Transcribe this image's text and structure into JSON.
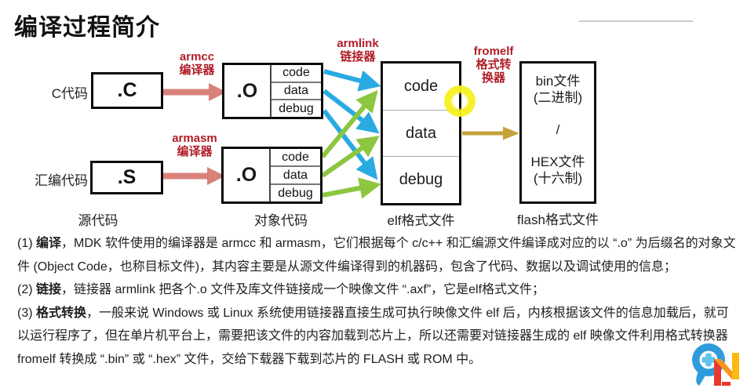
{
  "title": "编译过程简介",
  "colors": {
    "label_red": "#b01e28",
    "arrow_pink": "#d9827b",
    "arrow_blue": "#29abe2",
    "arrow_green": "#8dc63f",
    "arrow_olive": "#c5a33c",
    "highlight_yellow": "#f4ee2c"
  },
  "diagram": {
    "row_c": {
      "source_label": "C代码",
      "file_box": ".C",
      "tool": [
        "armcc",
        "编译器"
      ]
    },
    "row_asm": {
      "source_label": "汇编代码",
      "file_box": ".S",
      "tool": [
        "armasm",
        "编译器"
      ]
    },
    "object_box": {
      "name": ".O",
      "sections": [
        "code",
        "data",
        "debug"
      ]
    },
    "linker": [
      "armlink",
      "链接器"
    ],
    "converter": [
      "fromelf",
      "格式转",
      "换器"
    ],
    "elf_box": {
      "sections": [
        "code",
        "data",
        "debug"
      ]
    },
    "flash_box": {
      "lines": [
        "bin文件",
        "(二进制)",
        "/",
        "HEX文件",
        "(十六制)"
      ]
    },
    "captions": {
      "source": "源代码",
      "object": "对象代码",
      "elf": "elf格式文件",
      "flash": "flash格式文件"
    }
  },
  "notes": {
    "paragraphs": [
      {
        "segments": [
          {
            "t": "(1) ",
            "b": false
          },
          {
            "t": "编译",
            "b": true
          },
          {
            "t": "，MDK 软件使用的编译器是 armcc 和 armasm，它们根据每个 c/c++ 和汇编源文件编译成对应的以 “.o” 为后缀名的对象文件 (Object Code，也称目标文件)，其内容主要是从源文件编译得到的机器码，包含了代码、数据以及调试使用的信息；",
            "b": false
          }
        ]
      },
      {
        "segments": [
          {
            "t": "(2) ",
            "b": false
          },
          {
            "t": "链接",
            "b": true
          },
          {
            "t": "，链接器 armlink 把各个.o 文件及库文件链接成一个映像文件 “.axf”，它是elf格式文件；",
            "b": false
          }
        ]
      },
      {
        "segments": [
          {
            "t": "(3) ",
            "b": false
          },
          {
            "t": "格式转换",
            "b": true
          },
          {
            "t": "，一般来说 Windows 或 Linux 系统使用链接器直接生成可执行映像文件 elf 后，内核根据该文件的信息加载后，就可以运行程序了，但在单片机平台上，需要把该文件的内容加载到芯片上，所以还需要对链接器生成的 elf 映像文件利用格式转换器 fromelf 转换成 “.bin” 或 “.hex” 文件，交给下载器下载到芯片的 FLASH 或 ROM 中。",
            "b": false
          }
        ]
      }
    ]
  }
}
